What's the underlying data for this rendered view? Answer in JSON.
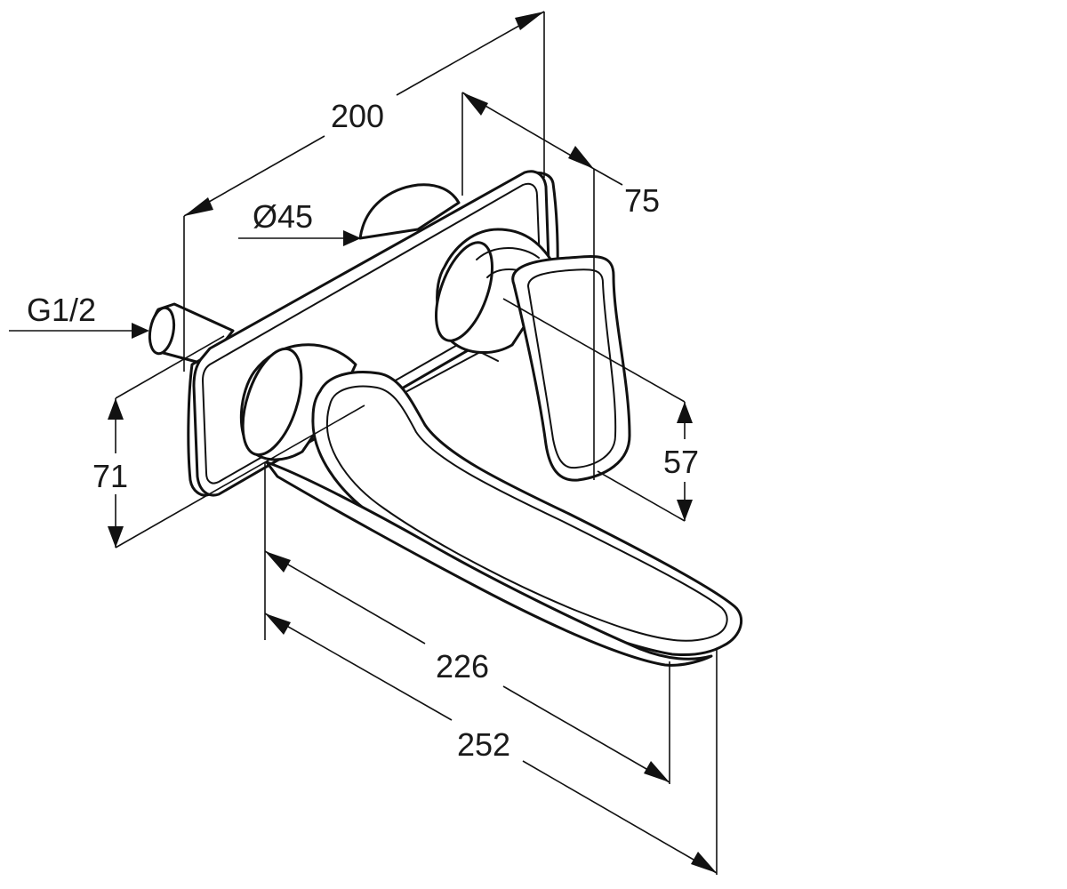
{
  "drawing": {
    "colors": {
      "line": "#111111",
      "background": "#ffffff"
    },
    "dimensions": {
      "total_depth": "200",
      "plate_offset": "75",
      "rosette_diameter": "Ø45",
      "connection_thread": "G1/2",
      "height_spout": "71",
      "height_handle": "57",
      "spout_projection": "226",
      "total_projection": "252"
    }
  }
}
